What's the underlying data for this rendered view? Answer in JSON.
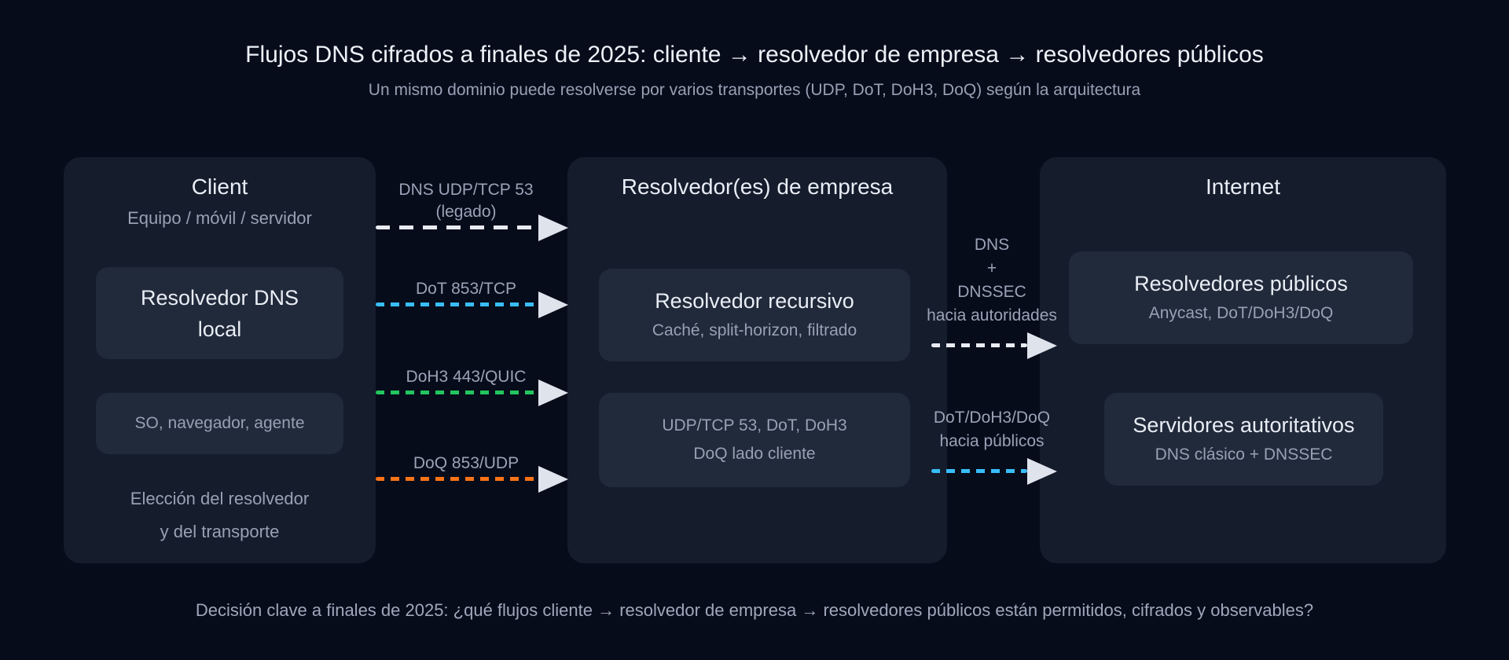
{
  "header": {
    "title": "Flujos DNS cifrados a finales de 2025: cliente → resolvedor de empresa → resolvedores públicos",
    "subtitle": "Un mismo dominio puede resolverse por varios transportes (UDP, DoT, DoH3, DoQ) según la arquitectura"
  },
  "client_box": {
    "title": "Client",
    "subtitle": "Equipo / móvil / servidor",
    "local_resolver": {
      "line1": "Resolvedor DNS",
      "line2": "local"
    },
    "agents": "SO, navegador, agente",
    "footnote": {
      "line1": "Elección del resolvedor",
      "line2": "y del transporte"
    }
  },
  "enterprise_box": {
    "title": "Resolvedor(es) de empresa",
    "recursive": {
      "title": "Resolvedor recursivo",
      "subtitle": "Caché, split-horizon, filtrado"
    },
    "client_side": {
      "line1": "UDP/TCP 53, DoT, DoH3",
      "line2": "DoQ lado cliente"
    }
  },
  "internet_box": {
    "title": "Internet",
    "public_resolvers": {
      "title": "Resolvedores públicos",
      "subtitle": "Anycast, DoT/DoH3/DoQ"
    },
    "authoritative": {
      "title": "Servidores autoritativos",
      "subtitle": "DNS clásico + DNSSEC"
    }
  },
  "client_flows": [
    {
      "label1": "DNS UDP/TCP 53",
      "label2": "(legado)",
      "color": "#e8ebf2"
    },
    {
      "label1": "DoT 853/TCP",
      "color": "#38bdf8"
    },
    {
      "label1": "DoH3 443/QUIC",
      "color": "#22c55e"
    },
    {
      "label1": "DoQ 853/UDP",
      "color": "#f97316"
    }
  ],
  "upstream_flows": [
    {
      "line1": "DNS",
      "line2": "+",
      "line3": "DNSSEC",
      "line4": "hacia autoridades",
      "color": "#e8ebf2"
    },
    {
      "line1": "DoT/DoH3/DoQ",
      "line2": "hacia públicos",
      "color": "#38bdf8"
    }
  ],
  "footer": {
    "note": "Decisión clave a finales de 2025: ¿qué flujos cliente → resolvedor de empresa → resolvedores públicos están permitidos, cifrados y observables?"
  },
  "colors": {
    "background": "#070c1b",
    "box": "#151c2c",
    "node": "#212a3a",
    "text_primary": "#e9edf5",
    "text_secondary": "#98a1b3",
    "dash_white": "#e8ebf2",
    "dash_blue": "#38bdf8",
    "dash_green": "#22c55e",
    "dash_orange": "#f97316",
    "arrowhead": "#dfe3ec"
  }
}
